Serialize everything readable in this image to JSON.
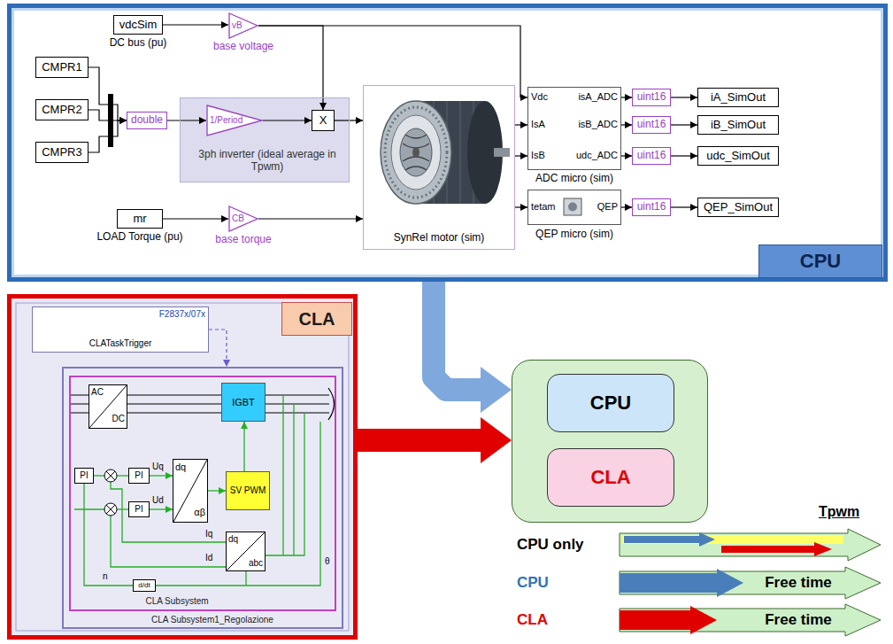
{
  "diagram": {
    "nodes": [
      {
        "text": [
          "CPU"
        ]
      },
      {
        "text": [
          "vdcSim",
          "DC bus (pu)"
        ],
        "in": 0
      },
      {
        "text": [
          "vB",
          "base voltage"
        ],
        "in": 0
      },
      {
        "text": [
          "CMPR1"
        ],
        "in": 0
      },
      {
        "text": [
          "CMPR2"
        ],
        "in": 0
      },
      {
        "text": [
          "CMPR3"
        ],
        "in": 0
      },
      {
        "text": [
          "double"
        ],
        "in": 0
      },
      {
        "text": [
          "3ph inverter (ideal average in Tpwm)"
        ],
        "in": 0
      },
      {
        "text": [
          "1/Period"
        ],
        "in": 7
      },
      {
        "text": [
          "X"
        ],
        "in": 7
      },
      {
        "text": [
          "mr",
          "LOAD Torque (pu)"
        ],
        "in": 0
      },
      {
        "text": [
          "CB",
          "base torque"
        ],
        "in": 0
      },
      {
        "text": [
          "SynRel motor (sim)"
        ],
        "in": 0
      },
      {
        "text": [
          "Vdc",
          "isA_ADC",
          "IsA",
          "isB_ADC",
          "IsB",
          "udc_ADC",
          "ADC micro (sim)"
        ],
        "in": 0
      },
      {
        "text": [
          "tetam",
          "QEP",
          "QEP micro (sim)"
        ],
        "in": 0
      },
      {
        "text": [
          "uint16"
        ],
        "in": 0
      },
      {
        "text": [
          "uint16"
        ],
        "in": 0
      },
      {
        "text": [
          "uint16"
        ],
        "in": 0
      },
      {
        "text": [
          "uint16"
        ],
        "in": 0
      },
      {
        "text": [
          "iA_SimOut"
        ],
        "in": 0
      },
      {
        "text": [
          "iB_SimOut"
        ],
        "in": 0
      },
      {
        "text": [
          "udc_SimOut"
        ],
        "in": 0
      },
      {
        "text": [
          "QEP_SimOut"
        ],
        "in": 0
      },
      {
        "text": [
          "CLA"
        ]
      },
      {
        "text": [
          "F2837x/07x",
          "CLATaskTrigger"
        ],
        "in": 23
      },
      {
        "text": [
          "CLA Subsystem1_Regolazione"
        ],
        "in": 23
      },
      {
        "text": [
          "CLA Subsystem"
        ],
        "in": 25
      },
      {
        "text": [
          "AC",
          "DC"
        ],
        "in": 26
      },
      {
        "text": [
          "IGBT"
        ],
        "in": 26
      },
      {
        "text": [
          "PI"
        ],
        "in": 26
      },
      {
        "text": [
          "PI"
        ],
        "in": 26
      },
      {
        "text": [
          "PI"
        ],
        "in": 26
      },
      {
        "text": [
          "dq",
          "αβ"
        ],
        "in": 26
      },
      {
        "text": [
          "SV PWM"
        ],
        "in": 26
      },
      {
        "text": [
          "dq",
          "abc"
        ],
        "in": 26
      },
      {
        "text": [
          "d/dt"
        ],
        "in": 26
      },
      {
        "text": []
      },
      {
        "text": [
          "CPU"
        ],
        "in": 36
      },
      {
        "text": [
          "CLA"
        ],
        "in": 36
      },
      {
        "text": [
          "Free time"
        ]
      },
      {
        "text": [
          "Free time"
        ]
      }
    ],
    "edges": [
      {
        "from": 1,
        "to": 2,
        "arrow": "to"
      },
      {
        "from": 2,
        "to": 9,
        "arrow": "to"
      },
      {
        "from": 2,
        "to": 13,
        "arrow": "to"
      },
      {
        "from": 3,
        "to": 6,
        "arrow": "to"
      },
      {
        "from": 4,
        "to": 6,
        "arrow": "to"
      },
      {
        "from": 5,
        "to": 6,
        "arrow": "to"
      },
      {
        "from": 6,
        "to": 8,
        "arrow": "to"
      },
      {
        "from": 8,
        "to": 9,
        "arrow": "to"
      },
      {
        "from": 9,
        "to": 12,
        "arrow": "to"
      },
      {
        "from": 10,
        "to": 11,
        "arrow": "to"
      },
      {
        "from": 11,
        "to": 12,
        "arrow": "to"
      },
      {
        "from": 12,
        "to": 13,
        "arrow": "to"
      },
      {
        "from": 12,
        "to": 13,
        "arrow": "to"
      },
      {
        "from": 12,
        "to": 14,
        "arrow": "to"
      },
      {
        "from": 13,
        "to": 15,
        "arrow": "to"
      },
      {
        "from": 13,
        "to": 16,
        "arrow": "to"
      },
      {
        "from": 13,
        "to": 17,
        "arrow": "to"
      },
      {
        "from": 14,
        "to": 18,
        "arrow": "to"
      },
      {
        "from": 15,
        "to": 19,
        "arrow": "to"
      },
      {
        "from": 16,
        "to": 20,
        "arrow": "to"
      },
      {
        "from": 17,
        "to": 21,
        "arrow": "to"
      },
      {
        "from": 18,
        "to": 22,
        "arrow": "to"
      },
      {
        "from": 24,
        "to": 25,
        "arrow": "to"
      },
      {
        "from": 30,
        "to": 32,
        "arrow": "to"
      },
      {
        "from": 31,
        "to": 32,
        "arrow": "to"
      },
      {
        "from": 32,
        "to": 33,
        "arrow": "to"
      },
      {
        "from": 33,
        "to": 28,
        "arrow": "to"
      },
      {
        "from": 0,
        "to": 36,
        "arrow": "to"
      },
      {
        "from": 23,
        "to": 36,
        "arrow": "to"
      }
    ],
    "labels": [
      "Uq",
      "Ud",
      "Iq",
      "Id",
      "n",
      "θ",
      "Tpwm",
      "CPU only",
      "CPU",
      "CLA"
    ]
  }
}
